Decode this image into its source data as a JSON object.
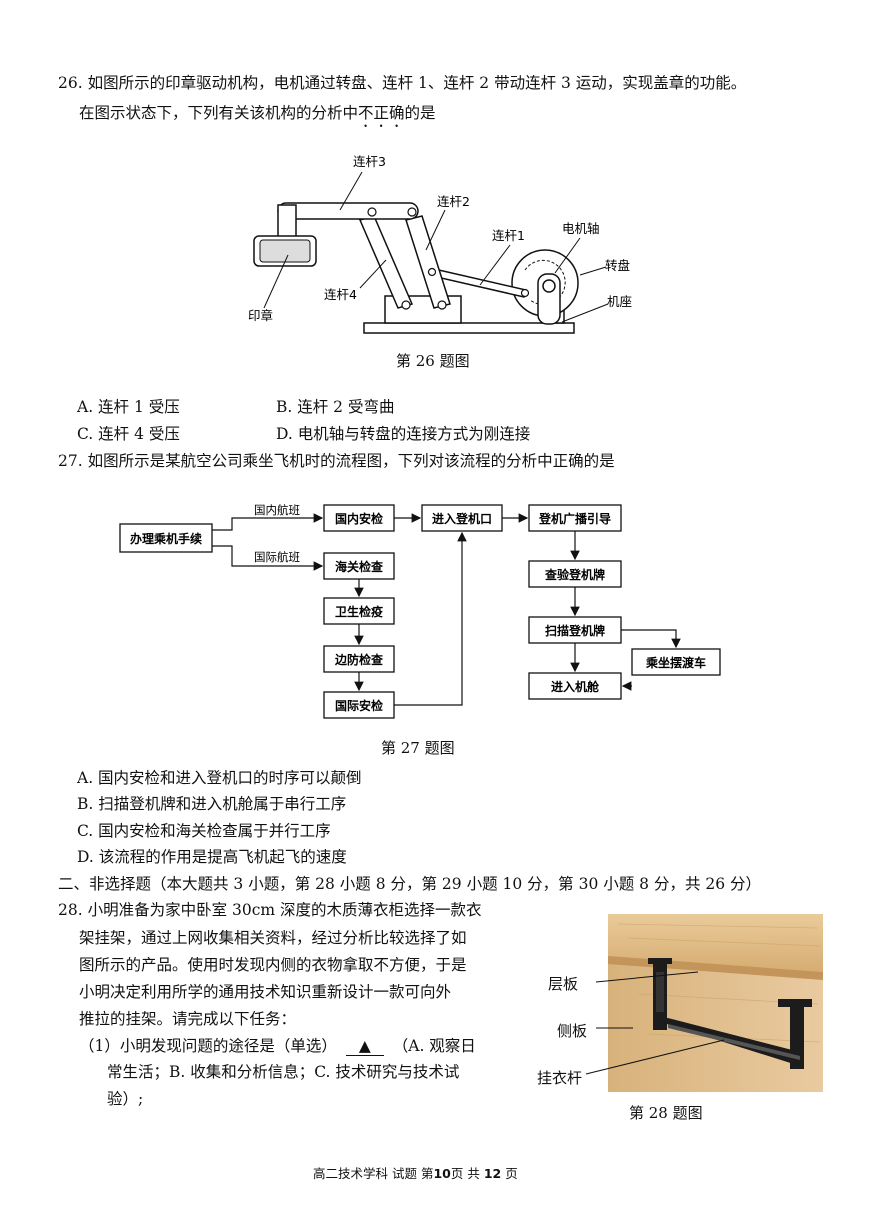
{
  "q26": {
    "line1": "26. 如图所示的印章驱动机构，电机通过转盘、连杆 1、连杆 2 带动连杆 3 运动，实现盖章的功能。",
    "line2_pre": "在图示状态下，下列有关该机构的分析中",
    "line2_emph": "不正确",
    "line2_post": "的是",
    "figure": {
      "caption": "第 26 题图",
      "labels": {
        "lg3": "连杆3",
        "lg2": "连杆2",
        "lg1": "连杆1",
        "motor_axis": "电机轴",
        "disk": "转盘",
        "base": "机座",
        "lg4": "连杆4",
        "stamp": "印章"
      }
    },
    "options": {
      "A": "A. 连杆 1 受压",
      "B": "B. 连杆 2 受弯曲",
      "C": "C. 连杆 4 受压",
      "D": "D. 电机轴与转盘的连接方式为刚连接"
    }
  },
  "q27": {
    "stem": "27. 如图所示是某航空公司乘坐飞机时的流程图，下列对该流程的分析中正确的是",
    "figure": {
      "caption": "第 27 题图",
      "boxes": {
        "checkin": "办理乘机手续",
        "domestic_sec": "国内安检",
        "gate": "进入登机口",
        "broadcast": "登机广播引导",
        "customs": "海关检查",
        "check_pass": "查验登机牌",
        "health": "卫生检疫",
        "scan": "扫描登机牌",
        "border": "边防检查",
        "shuttle": "乘坐摆渡车",
        "intl_sec": "国际安检",
        "cabin": "进入机舱"
      },
      "edge_labels": {
        "domestic": "国内航班",
        "international": "国际航班"
      }
    },
    "options": {
      "A": "A. 国内安检和进入登机口的时序可以颠倒",
      "B": "B. 扫描登机牌和进入机舱属于串行工序",
      "C": "C. 国内安检和海关检查属于并行工序",
      "D": "D. 该流程的作用是提高飞机起飞的速度"
    }
  },
  "section2": "二、非选择题（本大题共 3 小题，第 28 小题 8 分，第 29 小题 10 分，第 30 小题 8 分，共 26 分）",
  "q28": {
    "lines": [
      "28. 小明准备为家中卧室 30cm 深度的木质薄衣柜选择一款衣",
      "架挂架，通过上网收集相关资料，经过分析比较选择了如",
      "图所示的产品。使用时发现内侧的衣物拿取不方便，于是",
      "小明决定利用所学的通用技术知识重新设计一款可向外",
      "推拉的挂架。请完成以下任务："
    ],
    "sub1_pre": "（1）小明发现问题的途径是（单选）",
    "sub1_blank": "▲",
    "sub1_post": "（A. 观察日",
    "sub1_line2": "常生活；B. 收集和分析信息；C. 技术研究与技术试",
    "sub1_line3": "验）;",
    "figure": {
      "caption": "第 28 题图",
      "labels": {
        "shelf": "层板",
        "side": "侧板",
        "rod": "挂衣杆"
      },
      "colors": {
        "wood": "#e2c08f",
        "wood_dark": "#c99e63",
        "metal": "#1c1c1c"
      }
    }
  },
  "footer": {
    "pre": "高二技术学科  试题  第",
    "page": "10",
    "mid": "页  共 ",
    "total": "12",
    "post": " 页"
  }
}
